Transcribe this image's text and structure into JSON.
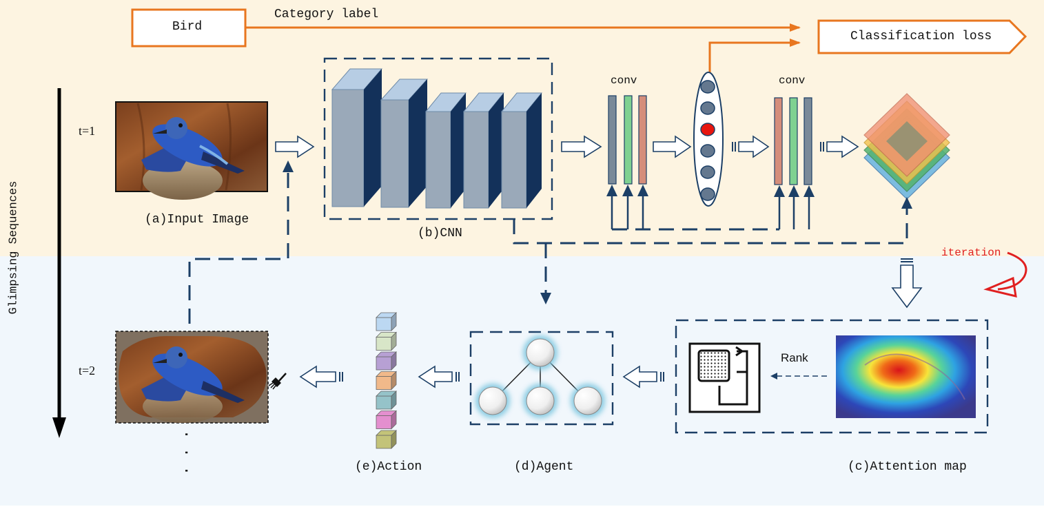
{
  "top_band": {
    "bg": "#fdf4e1"
  },
  "bottom_band": {
    "bg": "#f1f7fc"
  },
  "category_box": {
    "text": "Bird",
    "color": "#e8761f"
  },
  "category_label": "Category label",
  "classification_loss": "Classification loss",
  "time_axis_label": "Glimpsing Sequences",
  "t1": "t=1",
  "t2": "t=2",
  "continuation": ". . .",
  "captions": {
    "input_image": "(a)Input Image",
    "cnn": "(b)CNN",
    "attention_map": "(c)Attention map",
    "agent": "(d)Agent",
    "action": "(e)Action"
  },
  "conv_left": "conv",
  "conv_right": "conv",
  "rank": "Rank",
  "iteration": "iteration",
  "colors": {
    "dash_blue": "#1c3f66",
    "arrow_blue": "#1c3f66",
    "orange": "#e8761f",
    "red": "#e02020",
    "cnn_front": "#9aa9b9",
    "cnn_dark": "#13315a",
    "cnn_top": "#b7cde4"
  },
  "action_cube_colors": [
    "#bcd8f2",
    "#d8e6c8",
    "#b7a0d4",
    "#f1b98a",
    "#95c3c9",
    "#e48fcf",
    "#c3c379"
  ],
  "feature_map_colors": [
    "#6fb6e0",
    "#53b36e",
    "#f3c24e",
    "#f08e72",
    "#f39cb0"
  ]
}
